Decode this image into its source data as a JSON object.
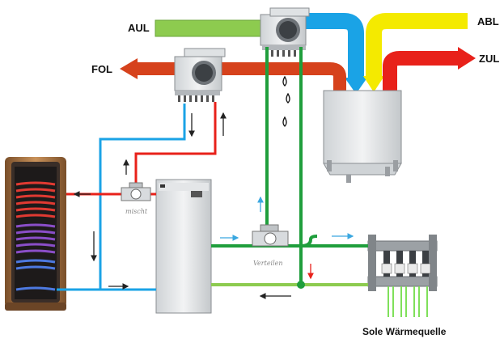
{
  "labels": {
    "aul": "AUL",
    "abl": "ABL",
    "fol": "FOL",
    "zul": "ZUL",
    "mixer_small": "mischt",
    "valve_label": "Verteilen",
    "sole_source": "Sole Wärmequelle"
  },
  "colors": {
    "supply_red": "#e8211a",
    "exhaust_red": "#d6421c",
    "outdoor_green": "#8dcb4f",
    "brine_green": "#1f9e3c",
    "blue": "#1aa3e6",
    "yellow": "#f4ea00",
    "tank_copper": "#b87a45"
  },
  "icons": {
    "droplet": "water-droplet-icon",
    "arrow": "flow-arrow-icon"
  }
}
